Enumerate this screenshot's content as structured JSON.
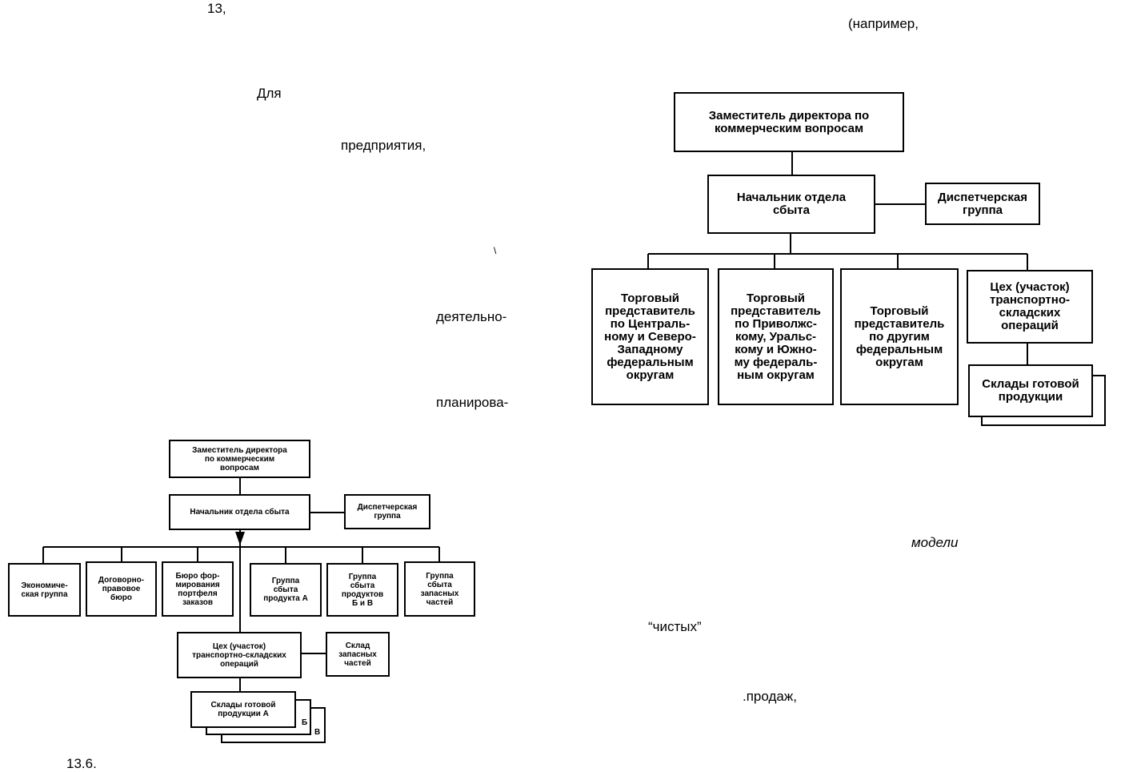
{
  "text_fragments": {
    "f13": "13,",
    "napr": "(например,",
    "dlya": "Для",
    "predpr": "предприятия,",
    "tick": "\\",
    "deyat": "деятельно-",
    "plan": "планирова-",
    "modeli": "модели",
    "chistyh": "“чистых”",
    "prodazh": ".продаж,",
    "fig": "13.6."
  },
  "diagram_right": {
    "deputy": "Заместитель директора по\nкоммерческим вопросам",
    "head": "Начальник отдела\nсбыта",
    "dispatch": "Диспетчерская\nгруппа",
    "rep1": "Торговый\nпредставитель\nпо Централь-\nному и Северо-\nЗападному\nфедеральным\nокругам",
    "rep2": "Торговый\nпредставитель\nпо Приволжс-\nкому, Уральс-\nкому и Южно-\nму федераль-\nным округам",
    "rep3": "Торговый\nпредставитель\nпо другим\nфедеральным\nокругам",
    "shop": "Цех (участок)\nтранспортно-\nскладских\nопераций",
    "warehouses": "Склады готовой\nпродукции"
  },
  "diagram_left": {
    "deputy": "Заместитель директора\nпо коммерческим\nвопросам",
    "head": "Начальник отдела сбыта",
    "dispatch": "Диспетчерская\nгруппа",
    "econ": "Экономиче-\nская группа",
    "legal": "Договорно-\nправовое\nбюро",
    "portfolio": "Бюро фор-\nмирования\nпортфеля\nзаказов",
    "groupA": "Группа\nсбыта\nпродукта А",
    "groupBV": "Группа\nсбыта\nпродуктов\nБ и В",
    "groupParts": "Группа\nсбыта\nзапасных\nчастей",
    "shop": "Цех (участок)\nтранспортно-складских\nопераций",
    "partsStore": "Склад\nзапасных\nчастей",
    "warehouseA": "Склады готовой\nпродукции А",
    "labelB": "Б",
    "labelV": "В"
  }
}
